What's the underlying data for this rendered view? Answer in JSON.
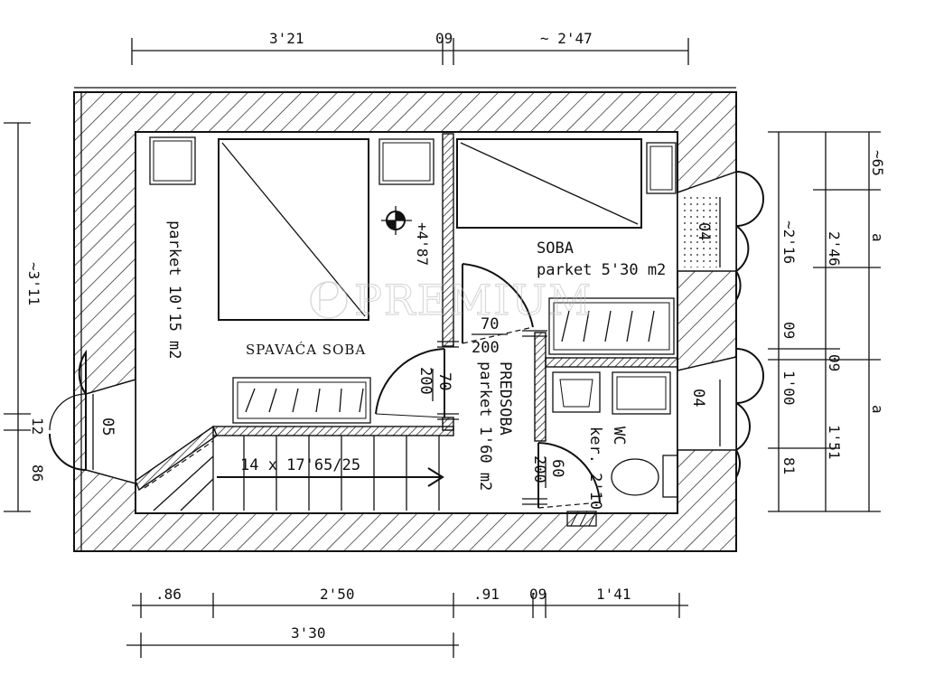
{
  "watermark": "PREMIUM",
  "rooms": {
    "bedroom_name": "SPAVAĆA SOBA",
    "bedroom_floor": "parket 10'15 m2",
    "room_name": "SOBA",
    "room_floor": "parket 5'30 m2",
    "hall_name": "PREDSOBA",
    "hall_floor": "parket 1'60 m2",
    "wc_name": "WC",
    "wc_floor": "ker. 2'10"
  },
  "level_marker": "+4'87",
  "stair_label": "14 x 17'65/25",
  "doors": {
    "hall_door_w": "70",
    "hall_door_h": "200",
    "bedroom_door_w": "70",
    "bedroom_door_h": "200",
    "wc_door_w": "60",
    "wc_door_h": "200"
  },
  "window_labels": {
    "left_window": "05",
    "right_window_top": "04",
    "right_window_bottom": "04"
  },
  "dims_top": [
    "3'21",
    "09",
    "~ 2'47"
  ],
  "dims_bottom": [
    ".86",
    "2'50",
    ".91",
    "09",
    "1'41"
  ],
  "dims_bottom_total": "3'30",
  "dims_left": [
    "~3'11",
    "12",
    "86"
  ],
  "dims_right_inner": [
    "~2'16",
    "09",
    "1'00",
    "81"
  ],
  "dims_right_mid": [
    "2'46",
    "09",
    "1'51"
  ],
  "dims_right_outer": [
    "~65",
    "a",
    "a"
  ]
}
